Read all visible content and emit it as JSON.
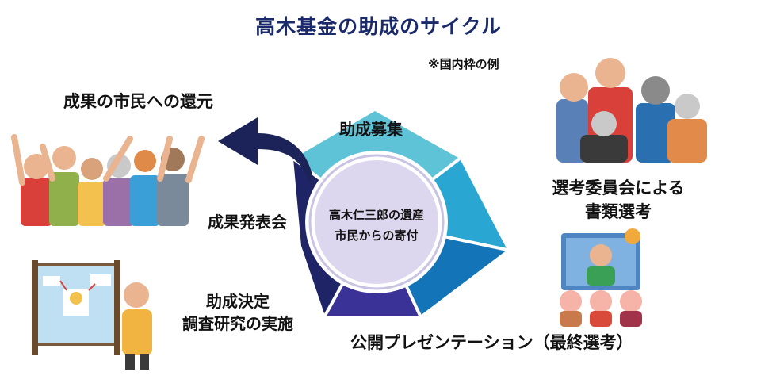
{
  "title": "高木基金の助成のサイクル",
  "note": "※国内枠の例",
  "steps": {
    "recruit": "助成募集",
    "select_line1": "選考委員会による",
    "select_line2": "書類選考",
    "presentation": "公開プレゼンテーション（最終選考）",
    "decide_line1": "助成決定",
    "decide_line2": "調査研究の実施",
    "announce": "成果発表会",
    "return": "成果の市民への還元"
  },
  "center": {
    "line1": "高木仁三郎の遺産",
    "line2": "市民からの寄付"
  },
  "colors": {
    "title": "#1b2a6b",
    "seg_recruit": "#5ec3d6",
    "seg_select": "#2aa6d2",
    "seg_present": "#1474b8",
    "seg_decide": "#3a3296",
    "seg_announce": "#1f2466",
    "center_fill": "#dcd6ee",
    "arrow": "#1c2358"
  }
}
